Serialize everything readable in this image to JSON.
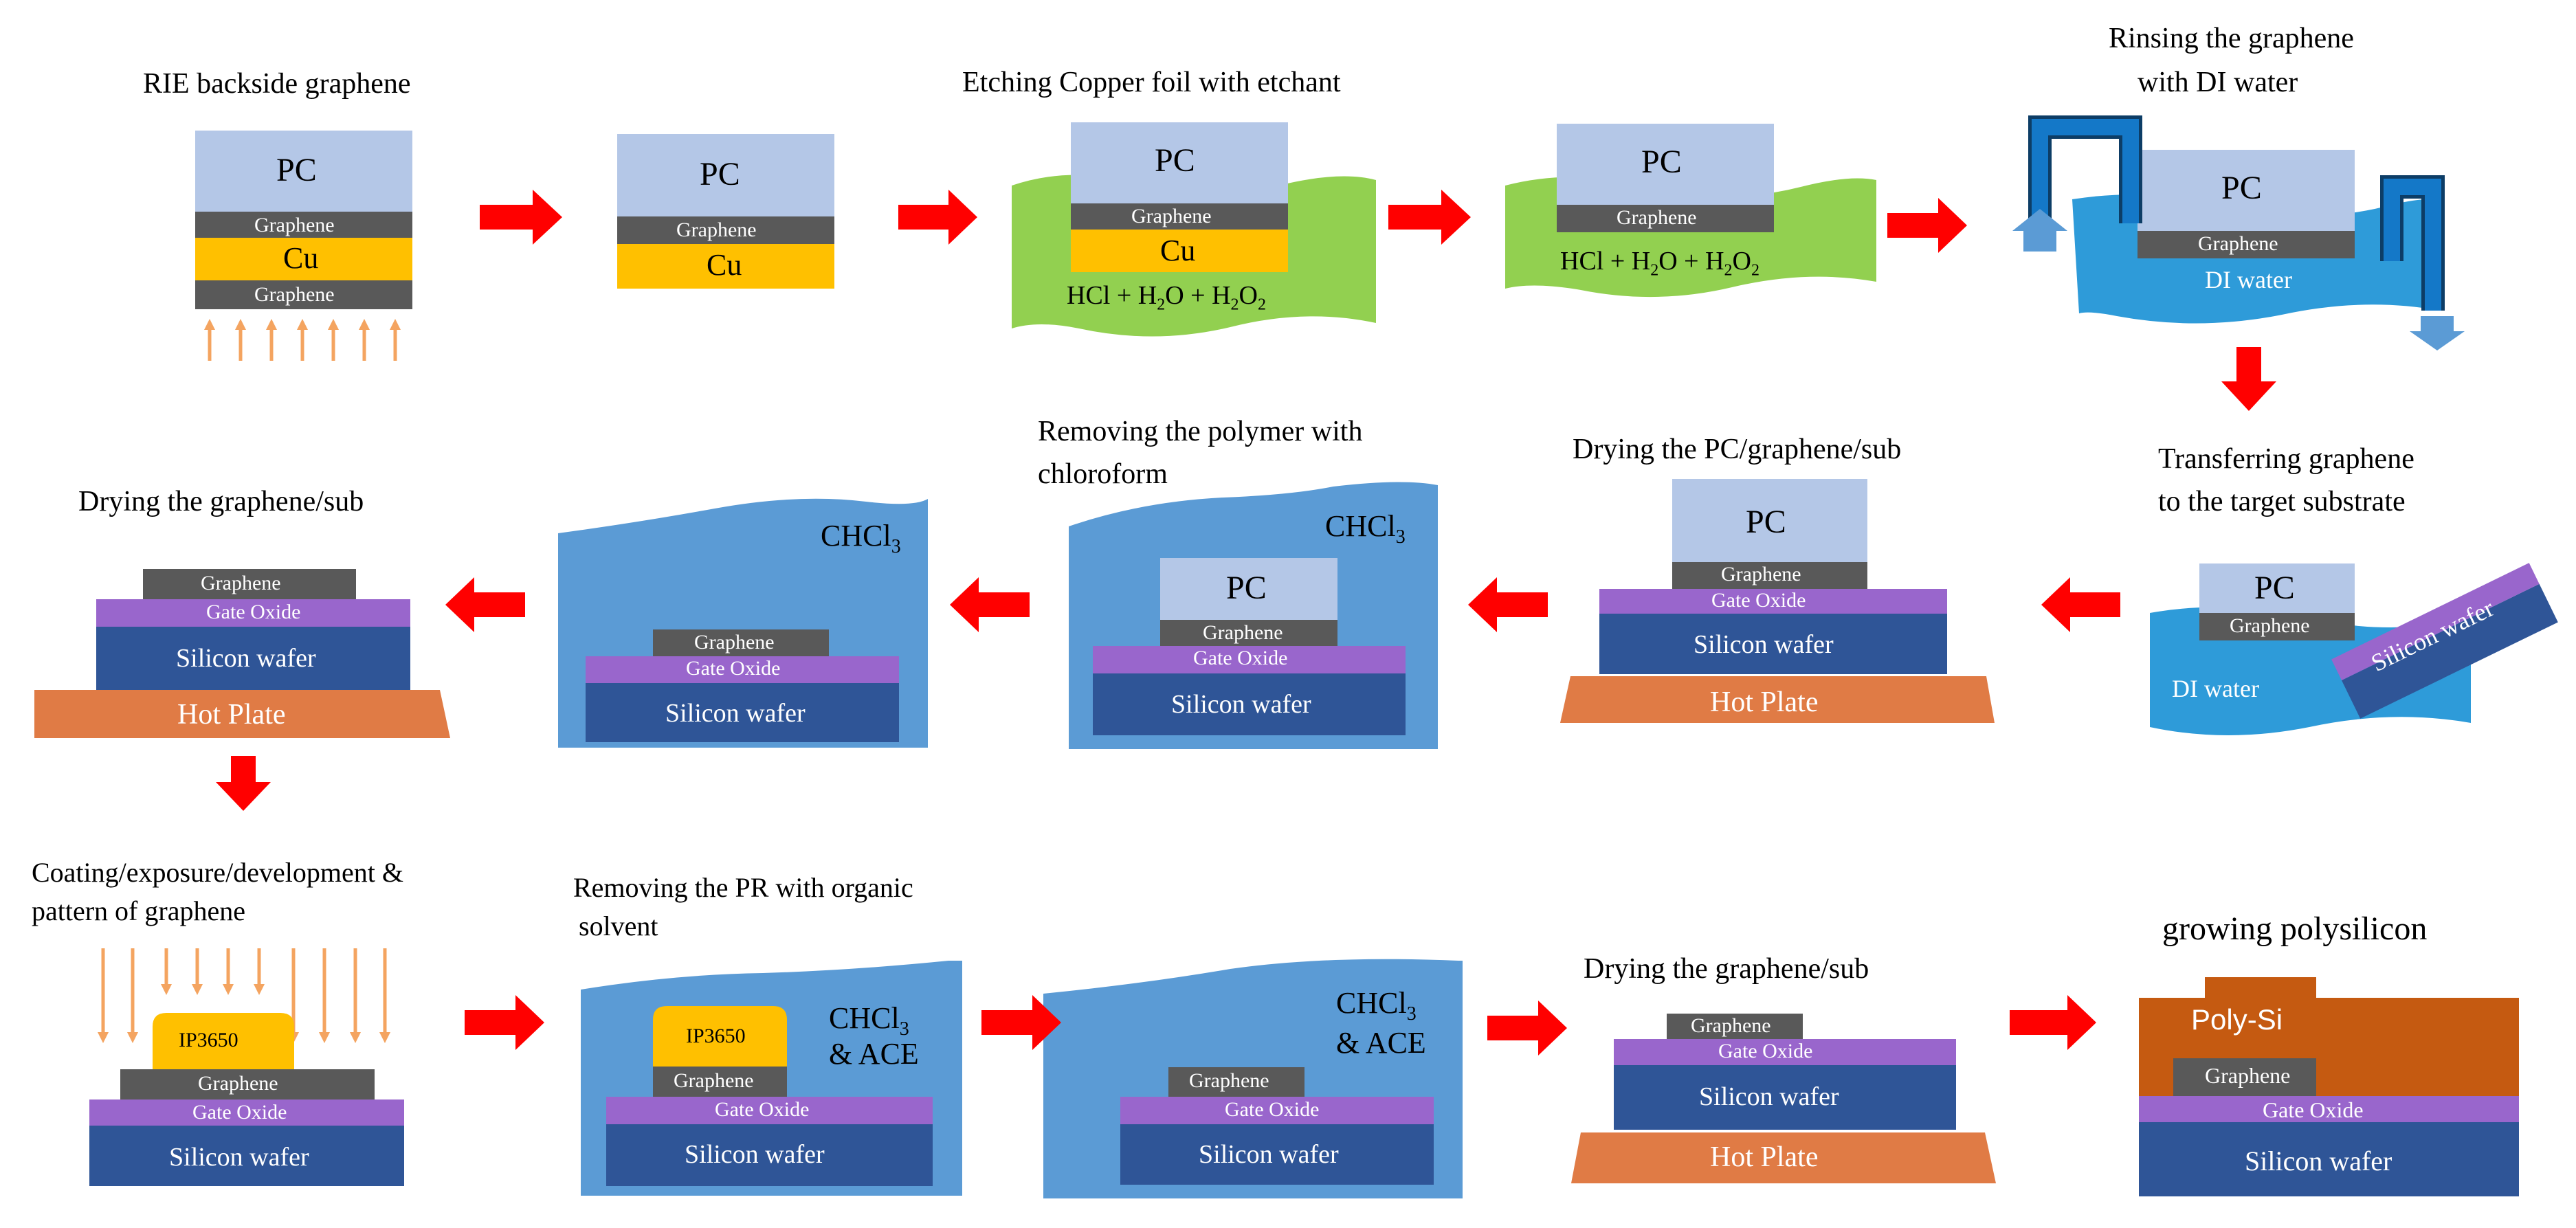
{
  "steps": {
    "s1": {
      "title": "RIE backside graphene"
    },
    "s3": {
      "title": "Etching Copper foil with etchant"
    },
    "s5": {
      "title1": "Rinsing the graphene",
      "title2": "with DI water"
    },
    "s6": {
      "title1": "Transferring graphene",
      "title2": "to the target substrate"
    },
    "s7": {
      "title": "Drying the PC/graphene/sub"
    },
    "s8": {
      "title1": "Removing the polymer with",
      "title2": "chloroform"
    },
    "s10": {
      "title": "Drying the graphene/sub"
    },
    "s11": {
      "title1": "Coating/exposure/development &",
      "title2": "pattern of graphene"
    },
    "s12": {
      "title1": "Removing the PR with organic",
      "title2": "solvent"
    },
    "s14": {
      "title": "Drying the graphene/sub"
    },
    "s15": {
      "title": "growing polysilicon"
    }
  },
  "labels": {
    "pc": "PC",
    "graphene": "Graphene",
    "cu": "Cu",
    "etchant_hcl": "HCl + H",
    "etchant_2": "2",
    "etchant_o": "O + H",
    "etchant_o2": "O",
    "di_water": "DI water",
    "gate_oxide": "Gate Oxide",
    "silicon_wafer": "Silicon wafer",
    "hot_plate": "Hot Plate",
    "chcl": "CHCl",
    "chcl_sub": "3",
    "and_ace": "& ACE",
    "ip3650": "IP3650",
    "poly_si": "Poly-Si"
  },
  "colors": {
    "pc": "#b4c7e7",
    "graphene": "#595959",
    "cu": "#ffc000",
    "etchant": "#92d050",
    "di_water": "#2e9bd9",
    "solvent": "#5b9bd5",
    "gate_oxide": "#9966cc",
    "silicon": "#2f5597",
    "hot_plate": "#e07b45",
    "arrow": "#ff0000",
    "uv": "#f4a460",
    "photoresist": "#ffc000",
    "poly_si": "#c55a11",
    "pipe": "#1478c8",
    "flow_arrow": "#5b9bd5"
  }
}
